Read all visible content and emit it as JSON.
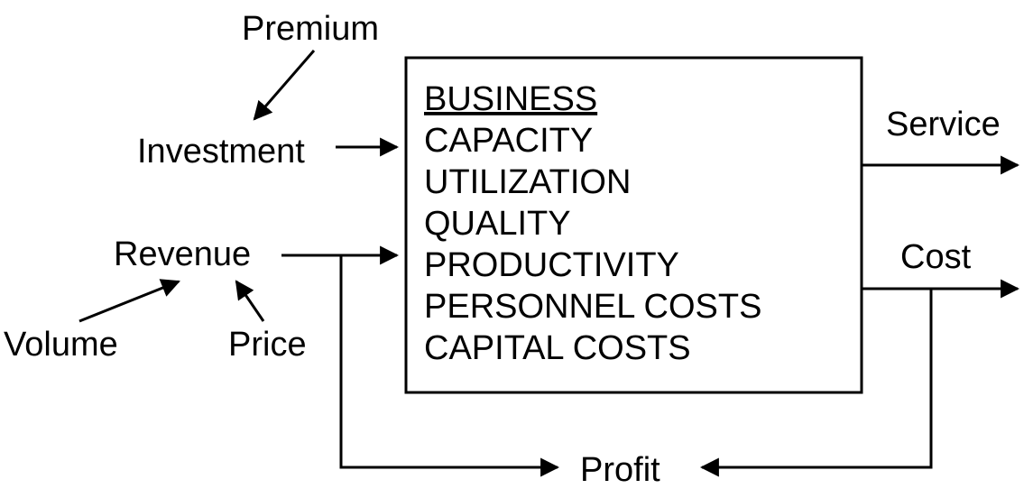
{
  "diagram": {
    "box": {
      "title": "BUSINESS",
      "items": [
        "CAPACITY",
        "UTILIZATION",
        "QUALITY",
        "PRODUCTIVITY",
        "PERSONNEL COSTS",
        "CAPITAL COSTS"
      ]
    },
    "inputs": {
      "premium": "Premium",
      "investment": "Investment",
      "revenue": "Revenue",
      "volume": "Volume",
      "price": "Price"
    },
    "outputs": {
      "service": "Service",
      "cost": "Cost",
      "profit": "Profit"
    },
    "colors": {
      "line": "#000000",
      "background": "#ffffff",
      "text": "#000000"
    }
  }
}
